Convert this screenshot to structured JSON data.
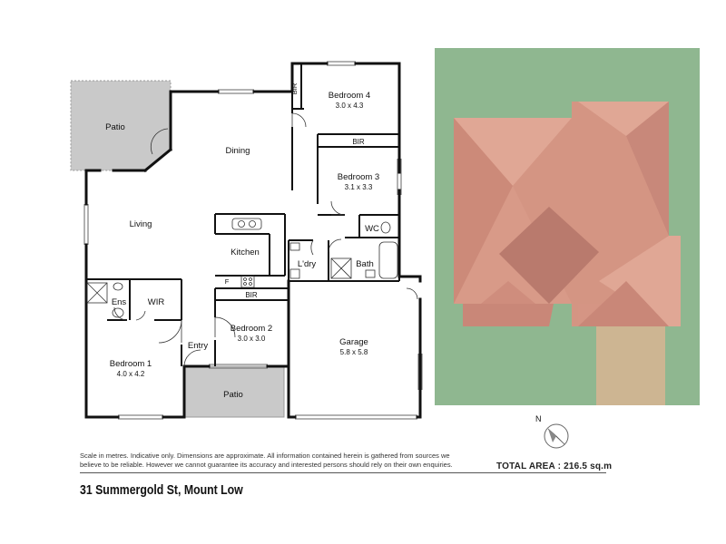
{
  "rooms": {
    "patio_back": "Patio",
    "dining": "Dining",
    "living": "Living",
    "kitchen": "Kitchen",
    "fridge": "F",
    "ens": "Ens",
    "wir": "WIR",
    "bedroom1": {
      "name": "Bedroom 1",
      "dim": "4.0 x 4.2"
    },
    "entry": "Entry",
    "patio_front": "Patio",
    "bedroom2": {
      "name": "Bedroom 2",
      "dim": "3.0 x 3.0",
      "bir": "BIR"
    },
    "laundry": "L'dry",
    "bath": "Bath",
    "wc": "WC",
    "bedroom3": {
      "name": "Bedroom 3",
      "dim": "3.1 x 3.3",
      "bir": "BIR"
    },
    "bedroom4": {
      "name": "Bedroom 4",
      "dim": "3.0 x 4.3",
      "bir": "BIR"
    },
    "garage": {
      "name": "Garage",
      "dim": "5.8 x 5.8"
    }
  },
  "compass": "N",
  "disclaimer": "Scale in metres. Indicative only. Dimensions are approximate. All information contained herein is gathered from sources we believe to be reliable. However we cannot guarantee its accuracy and interested persons should rely on their own enquiries.",
  "total_area": "TOTAL AREA : 216.5 sq.m",
  "address": "31 Summergold St, Mount Low",
  "colors": {
    "wall": "#111111",
    "patio": "#c8c8c8",
    "lawn": "#8db68f",
    "roof": "#d9907d",
    "driveway": "#c9b493"
  }
}
